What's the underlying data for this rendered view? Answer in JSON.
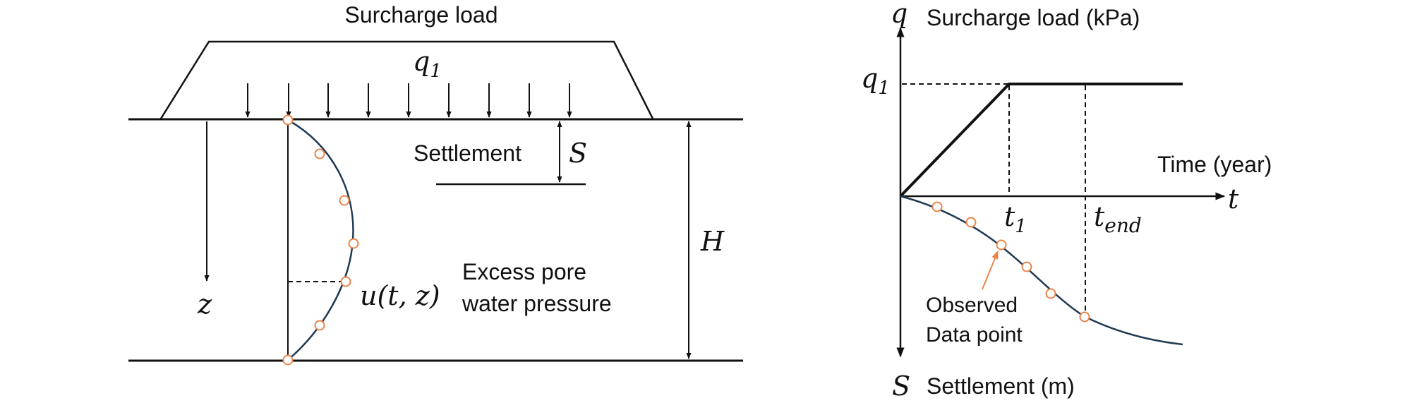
{
  "left_diagram": {
    "surcharge_label": "Surcharge load",
    "load_symbol": "q",
    "load_subscript": "1",
    "settlement_label": "Settlement",
    "settlement_symbol": "S",
    "depth_symbol": "z",
    "thickness_symbol": "H",
    "pressure_symbol": "u(t, z)",
    "pressure_label_line1": "Excess pore",
    "pressure_label_line2": "water pressure"
  },
  "right_diagram": {
    "q_axis_symbol": "q",
    "q_axis_label": "Surcharge load (kPa)",
    "q1_symbol": "q",
    "q1_subscript": "1",
    "time_label": "Time (year)",
    "t_axis_symbol": "t",
    "t1_symbol": "t",
    "t1_subscript": "1",
    "tend_symbol": "t",
    "tend_subscript": "end",
    "s_axis_symbol": "S",
    "s_axis_label": "Settlement (m)",
    "observed_label_line1": "Observed",
    "observed_label_line2": "Data point"
  },
  "colors": {
    "line": "#111111",
    "curve": "#1f3a52",
    "marker": "#e8844a",
    "arrow_accent": "#e8844a"
  }
}
